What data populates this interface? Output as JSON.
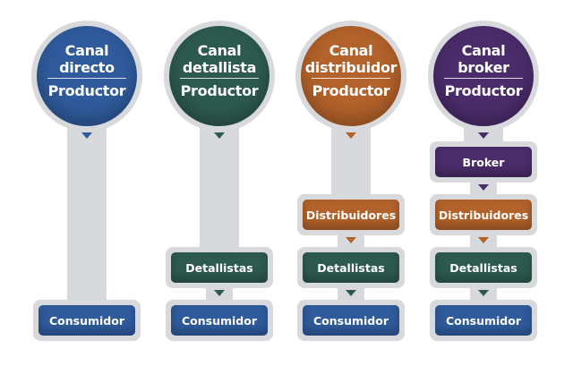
{
  "colors": {
    "directo": "#2f5b9c",
    "detallista": "#2d5a4f",
    "distribuidor": "#b2622a",
    "broker": "#4b2c6b",
    "consumidor": "#2f5b9c",
    "detallistas": "#2d5a4f",
    "distribuidores": "#b2622a",
    "broker_box": "#4b2c6b",
    "frame": "#d8d9dc"
  },
  "columns": [
    {
      "title": [
        "Canal",
        "directo"
      ],
      "producer": "Productor",
      "color": "#2f5b9c",
      "steps": [
        {
          "label": "Consumidor",
          "color": "#2f5b9c"
        }
      ]
    },
    {
      "title": [
        "Canal",
        "detallista"
      ],
      "producer": "Productor",
      "color": "#2d5a4f",
      "steps": [
        {
          "label": "Detallistas",
          "color": "#2d5a4f"
        },
        {
          "label": "Consumidor",
          "color": "#2f5b9c"
        }
      ]
    },
    {
      "title": [
        "Canal",
        "distribuidor"
      ],
      "producer": "Productor",
      "color": "#b2622a",
      "steps": [
        {
          "label": "Distribuidores",
          "color": "#b2622a"
        },
        {
          "label": "Detallistas",
          "color": "#2d5a4f"
        },
        {
          "label": "Consumidor",
          "color": "#2f5b9c"
        }
      ]
    },
    {
      "title": [
        "Canal",
        "broker"
      ],
      "producer": "Productor",
      "color": "#4b2c6b",
      "steps": [
        {
          "label": "Broker",
          "color": "#4b2c6b"
        },
        {
          "label": "Distribuidores",
          "color": "#b2622a"
        },
        {
          "label": "Detallistas",
          "color": "#2d5a4f"
        },
        {
          "label": "Consumidor",
          "color": "#2f5b9c"
        }
      ]
    }
  ]
}
